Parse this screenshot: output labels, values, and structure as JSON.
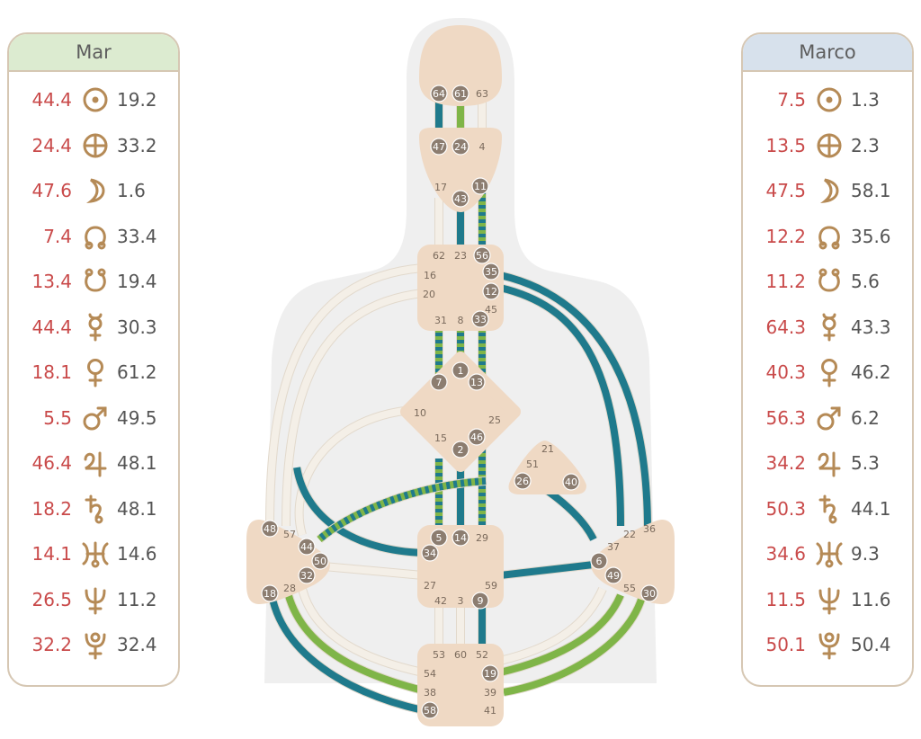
{
  "left_panel": {
    "title": "Mar",
    "rows": [
      {
        "design": "44.4",
        "planet_icon": "sun-icon",
        "personality": "19.2"
      },
      {
        "design": "24.4",
        "planet_icon": "earth-icon",
        "personality": "33.2"
      },
      {
        "design": "47.6",
        "planet_icon": "moon-icon",
        "personality": "1.6"
      },
      {
        "design": "7.4",
        "planet_icon": "north-node-icon",
        "personality": "33.4"
      },
      {
        "design": "13.4",
        "planet_icon": "south-node-icon",
        "personality": "19.4"
      },
      {
        "design": "44.4",
        "planet_icon": "mercury-icon",
        "personality": "30.3"
      },
      {
        "design": "18.1",
        "planet_icon": "venus-icon",
        "personality": "61.2"
      },
      {
        "design": "5.5",
        "planet_icon": "mars-icon",
        "personality": "49.5"
      },
      {
        "design": "46.4",
        "planet_icon": "jupiter-icon",
        "personality": "48.1"
      },
      {
        "design": "18.2",
        "planet_icon": "saturn-icon",
        "personality": "48.1"
      },
      {
        "design": "14.1",
        "planet_icon": "uranus-icon",
        "personality": "14.6"
      },
      {
        "design": "26.5",
        "planet_icon": "neptune-icon",
        "personality": "11.2"
      },
      {
        "design": "32.2",
        "planet_icon": "pluto-icon",
        "personality": "32.4"
      }
    ]
  },
  "right_panel": {
    "title": "Marco",
    "rows": [
      {
        "design": "7.5",
        "planet_icon": "sun-icon",
        "personality": "1.3"
      },
      {
        "design": "13.5",
        "planet_icon": "earth-icon",
        "personality": "2.3"
      },
      {
        "design": "47.5",
        "planet_icon": "moon-icon",
        "personality": "58.1"
      },
      {
        "design": "12.2",
        "planet_icon": "north-node-icon",
        "personality": "35.6"
      },
      {
        "design": "11.2",
        "planet_icon": "south-node-icon",
        "personality": "5.6"
      },
      {
        "design": "64.3",
        "planet_icon": "mercury-icon",
        "personality": "43.3"
      },
      {
        "design": "40.3",
        "planet_icon": "venus-icon",
        "personality": "46.2"
      },
      {
        "design": "56.3",
        "planet_icon": "mars-icon",
        "personality": "6.2"
      },
      {
        "design": "34.2",
        "planet_icon": "jupiter-icon",
        "personality": "5.3"
      },
      {
        "design": "50.3",
        "planet_icon": "saturn-icon",
        "personality": "44.1"
      },
      {
        "design": "34.6",
        "planet_icon": "uranus-icon",
        "personality": "9.3"
      },
      {
        "design": "11.5",
        "planet_icon": "neptune-icon",
        "personality": "11.6"
      },
      {
        "design": "50.1",
        "planet_icon": "pluto-icon",
        "personality": "50.4"
      }
    ]
  },
  "colors": {
    "design_text": "#c94a4a",
    "personality_text": "#555555",
    "center_fill": "#efd9c4",
    "gate_active_fill": "#8c7d70",
    "channel_white": "#f4efe7",
    "channel_teal": "#1f7a8c",
    "channel_green": "#7fb548",
    "silhouette": "#efefef",
    "panel_border": "#d6c7b3",
    "left_header_bg": "#dcebd0",
    "right_header_bg": "#d7e1ec",
    "icon_color": "#b58a56"
  },
  "bodygraph": {
    "centers": [
      {
        "name": "head",
        "gates": [
          {
            "label": "64",
            "active": true
          },
          {
            "label": "61",
            "active": true
          },
          {
            "label": "63",
            "active": false
          }
        ]
      },
      {
        "name": "ajna",
        "gates": [
          {
            "label": "47",
            "active": true
          },
          {
            "label": "24",
            "active": true
          },
          {
            "label": "4",
            "active": false
          },
          {
            "label": "17",
            "active": false
          },
          {
            "label": "43",
            "active": true
          },
          {
            "label": "11",
            "active": true
          }
        ]
      },
      {
        "name": "throat",
        "gates": [
          {
            "label": "62",
            "active": false
          },
          {
            "label": "23",
            "active": false
          },
          {
            "label": "56",
            "active": true
          },
          {
            "label": "16",
            "active": false
          },
          {
            "label": "35",
            "active": true
          },
          {
            "label": "20",
            "active": false
          },
          {
            "label": "12",
            "active": true
          },
          {
            "label": "45",
            "active": false
          },
          {
            "label": "31",
            "active": false
          },
          {
            "label": "8",
            "active": false
          },
          {
            "label": "33",
            "active": true
          }
        ]
      },
      {
        "name": "g",
        "gates": [
          {
            "label": "1",
            "active": true
          },
          {
            "label": "7",
            "active": true
          },
          {
            "label": "13",
            "active": true
          },
          {
            "label": "10",
            "active": false
          },
          {
            "label": "25",
            "active": false
          },
          {
            "label": "15",
            "active": false
          },
          {
            "label": "46",
            "active": true
          },
          {
            "label": "2",
            "active": true
          }
        ]
      },
      {
        "name": "heart",
        "gates": [
          {
            "label": "21",
            "active": false
          },
          {
            "label": "51",
            "active": false
          },
          {
            "label": "26",
            "active": true
          },
          {
            "label": "40",
            "active": true
          }
        ]
      },
      {
        "name": "spleen",
        "gates": [
          {
            "label": "48",
            "active": true
          },
          {
            "label": "57",
            "active": false
          },
          {
            "label": "44",
            "active": true
          },
          {
            "label": "50",
            "active": true
          },
          {
            "label": "32",
            "active": true
          },
          {
            "label": "28",
            "active": false
          },
          {
            "label": "18",
            "active": true
          }
        ]
      },
      {
        "name": "sacral",
        "gates": [
          {
            "label": "5",
            "active": true
          },
          {
            "label": "14",
            "active": true
          },
          {
            "label": "29",
            "active": false
          },
          {
            "label": "34",
            "active": true
          },
          {
            "label": "27",
            "active": false
          },
          {
            "label": "59",
            "active": false
          },
          {
            "label": "42",
            "active": false
          },
          {
            "label": "3",
            "active": false
          },
          {
            "label": "9",
            "active": true
          }
        ]
      },
      {
        "name": "solar-plexus",
        "gates": [
          {
            "label": "36",
            "active": false
          },
          {
            "label": "22",
            "active": false
          },
          {
            "label": "37",
            "active": false
          },
          {
            "label": "6",
            "active": true
          },
          {
            "label": "49",
            "active": true
          },
          {
            "label": "55",
            "active": false
          },
          {
            "label": "30",
            "active": true
          }
        ]
      },
      {
        "name": "root",
        "gates": [
          {
            "label": "53",
            "active": false
          },
          {
            "label": "60",
            "active": false
          },
          {
            "label": "52",
            "active": false
          },
          {
            "label": "54",
            "active": false
          },
          {
            "label": "19",
            "active": true
          },
          {
            "label": "38",
            "active": false
          },
          {
            "label": "39",
            "active": false
          },
          {
            "label": "58",
            "active": true
          },
          {
            "label": "41",
            "active": false
          }
        ]
      }
    ]
  }
}
